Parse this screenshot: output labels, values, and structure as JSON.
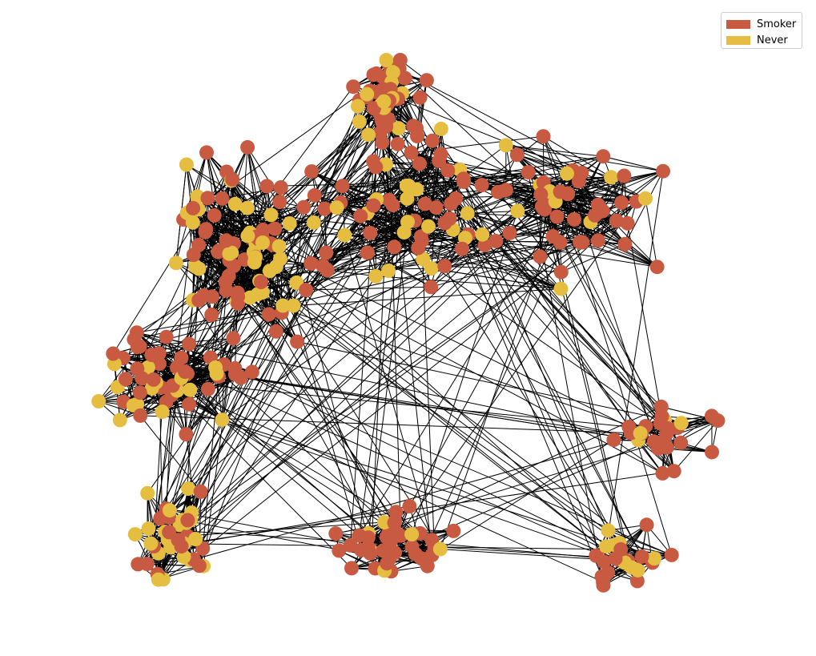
{
  "chart_data": {
    "type": "network",
    "title": "",
    "legend": {
      "placement": "top-right",
      "entries": [
        {
          "label": "Smoker",
          "color": "#c85a41"
        },
        {
          "label": "Never",
          "color": "#e5bd40"
        }
      ]
    },
    "edge_color": "#000000",
    "clusters": [
      {
        "name": "top",
        "smoker": 30,
        "never": 14
      },
      {
        "name": "upper-left",
        "smoker": 48,
        "never": 36
      },
      {
        "name": "upper-middle",
        "smoker": 40,
        "never": 22
      },
      {
        "name": "upper-right",
        "smoker": 42,
        "never": 10
      },
      {
        "name": "left-middle",
        "smoker": 38,
        "never": 16
      },
      {
        "name": "bottom-left",
        "smoker": 16,
        "never": 22
      },
      {
        "name": "bottom-middle",
        "smoker": 34,
        "never": 6
      },
      {
        "name": "bottom-right",
        "smoker": 16,
        "never": 8
      },
      {
        "name": "right",
        "smoker": 22,
        "never": 4
      }
    ]
  }
}
